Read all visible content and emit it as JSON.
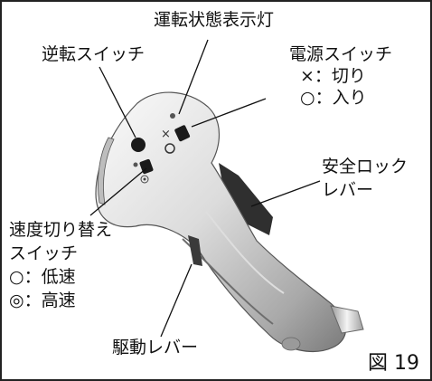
{
  "figure_label": "図 19",
  "labels": {
    "operation_indicator": "運転状態表示灯",
    "reverse_switch": "逆転スイッチ",
    "power_switch": {
      "title": "電源スイッチ",
      "off": "×：切り",
      "on": "○：入り"
    },
    "safety_lock_lever": [
      "安全ロック",
      "レバー"
    ],
    "speed_switch": {
      "title_line1": "速度切り替え",
      "title_line2": "スイッチ",
      "low": "○：低速",
      "high": "◎：高速"
    },
    "drive_lever": "駆動レバー"
  },
  "colors": {
    "border": "#222222",
    "body_light": "#f2f2f2",
    "body_mid": "#c8c8c8",
    "body_dark": "#7a7a7a",
    "lever": "#2f2f2f",
    "leader_line": "#111111"
  }
}
